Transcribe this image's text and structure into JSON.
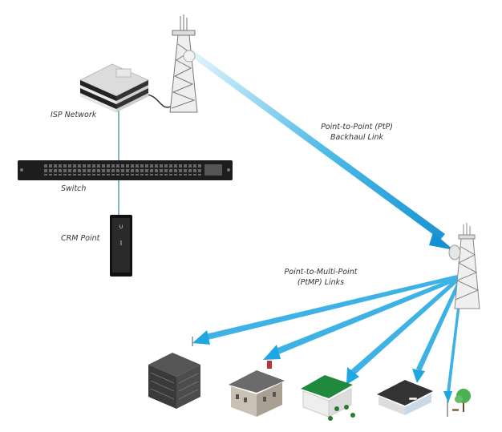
{
  "labels": {
    "isp": "ISP Network",
    "switch": "Switch",
    "crm": "CRM Point",
    "ptp_line1": "Point-to-Point (PtP)",
    "ptp_line2": "Backhaul Link",
    "ptmp_line1": "Point-to-Multi-Point",
    "ptmp_line2": "(PtMP)  Links"
  },
  "colors": {
    "link": "#1ea7e1",
    "link_light": "#bfe7f7",
    "cable": "#2b8a9a"
  }
}
